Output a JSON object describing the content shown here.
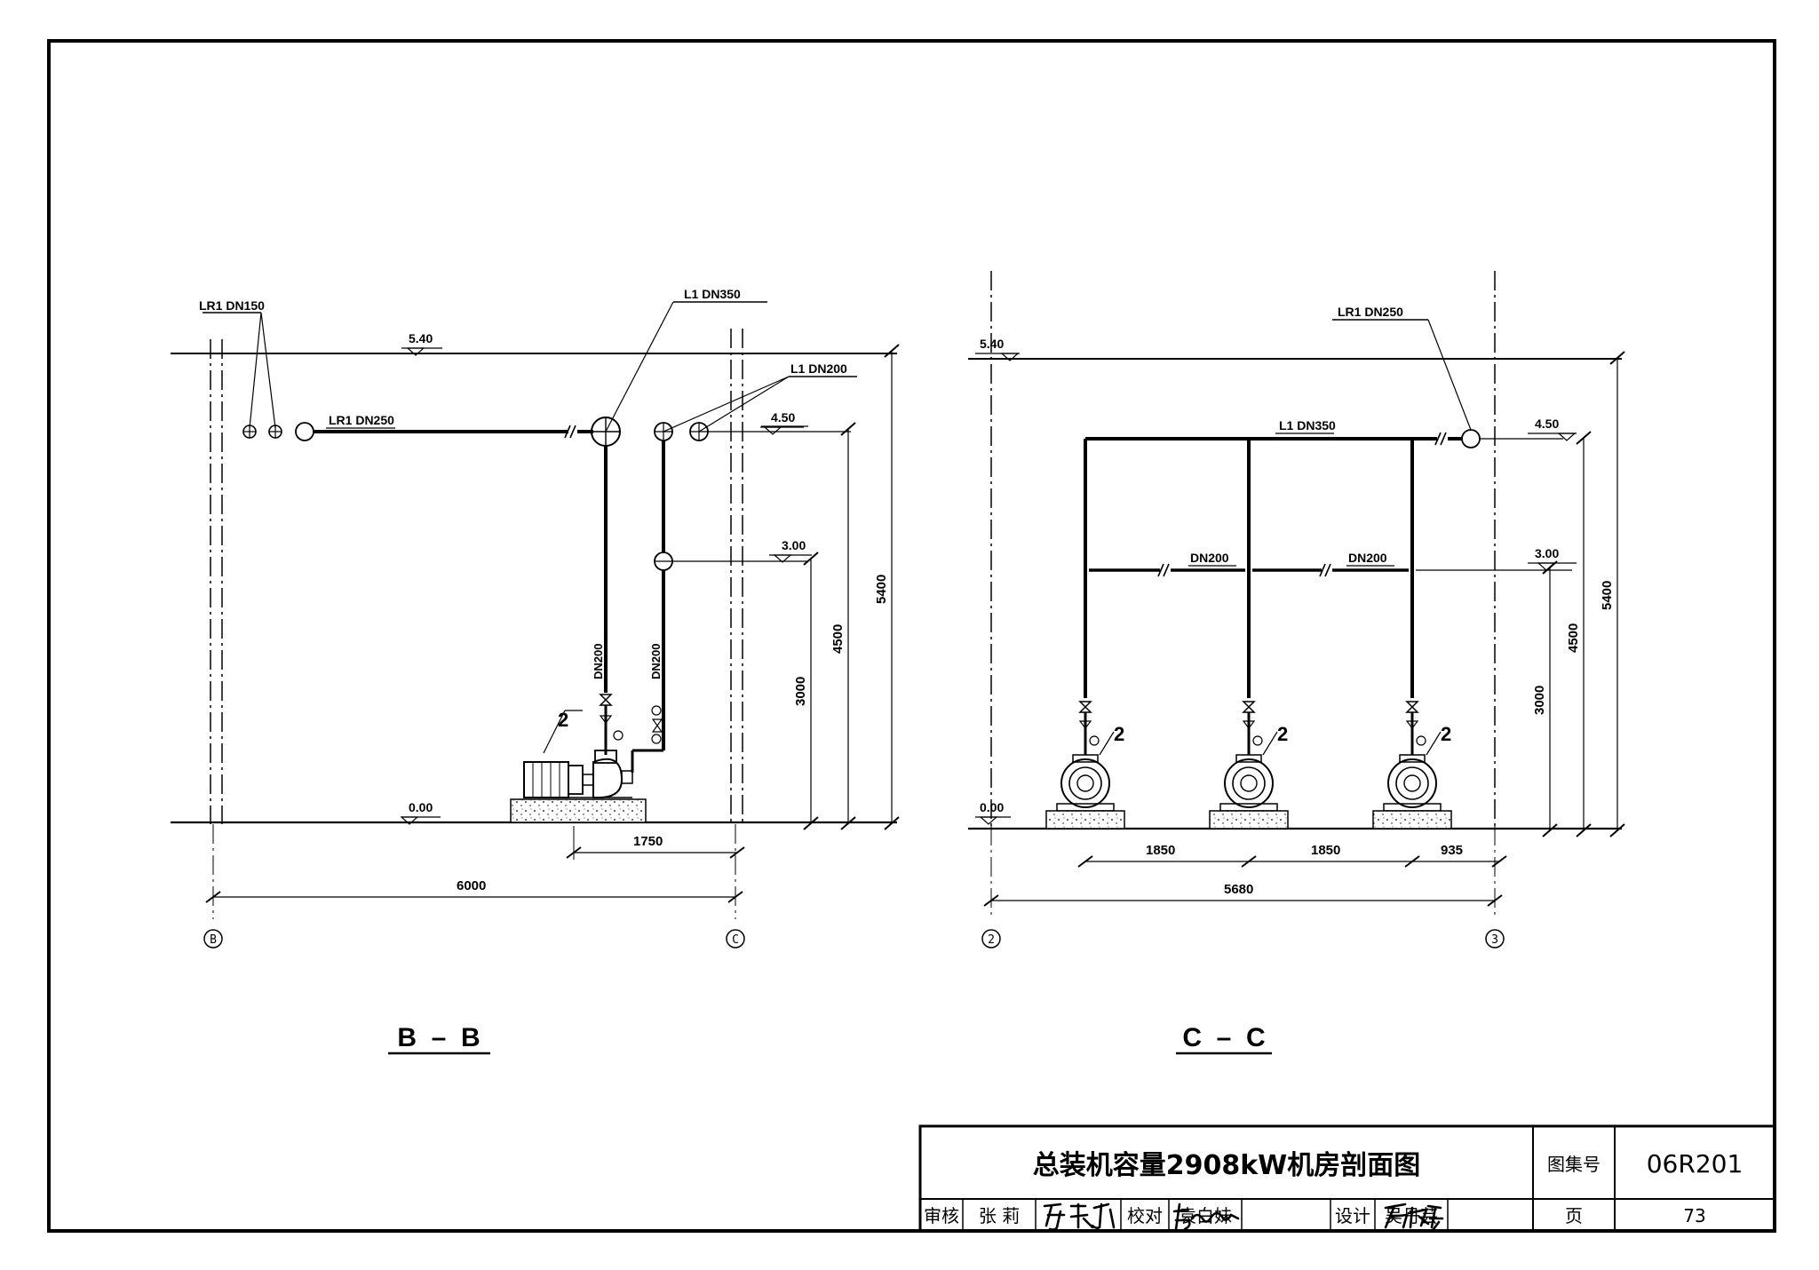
{
  "section_bb": {
    "pipe_lr1_dn150": "LR1 DN150",
    "pipe_lr1_dn250": "LR1 DN250",
    "pipe_l1_dn350": "L1 DN350",
    "pipe_l1_dn200": "L1 DN200",
    "riser_1": "DN200",
    "riser_2": "DN200",
    "elev_540": "5.40",
    "elev_450": "4.50",
    "elev_300": "3.00",
    "elev_000": "0.00",
    "dim_3000": "3000",
    "dim_4500": "4500",
    "dim_5400": "5400",
    "dim_1750": "1750",
    "dim_6000": "6000",
    "axis_left": "B",
    "axis_right": "C",
    "equip_tag": "2",
    "title": "B  –  B"
  },
  "section_cc": {
    "pipe_lr1_dn250": "LR1 DN250",
    "pipe_l1_dn350": "L1 DN350",
    "branch_1": "DN200",
    "branch_2": "DN200",
    "elev_540": "5.40",
    "elev_450": "4.50",
    "elev_300": "3.00",
    "elev_000": "0.00",
    "dim_3000": "3000",
    "dim_4500": "4500",
    "dim_5400": "5400",
    "dim_1850_a": "1850",
    "dim_1850_b": "1850",
    "dim_935": "935",
    "dim_5680": "5680",
    "axis_left": "2",
    "axis_right": "3",
    "equip_tag_1": "2",
    "equip_tag_2": "2",
    "equip_tag_3": "2",
    "title": "C  –  C"
  },
  "title_block": {
    "drawing_title": "总装机容量2908kW机房剖面图",
    "atlas_no_label": "图集号",
    "atlas_no": "06R201",
    "review_label": "审核",
    "reviewer": "张 莉",
    "reviewer_signature": "張莉",
    "check_label": "校对",
    "checker": "袁白妹",
    "checker_signature": "袁白妹",
    "design_label": "设计",
    "designer": "吴丹芸",
    "designer_signature": "吴丹芸",
    "page_label": "页",
    "page_no": "73"
  }
}
